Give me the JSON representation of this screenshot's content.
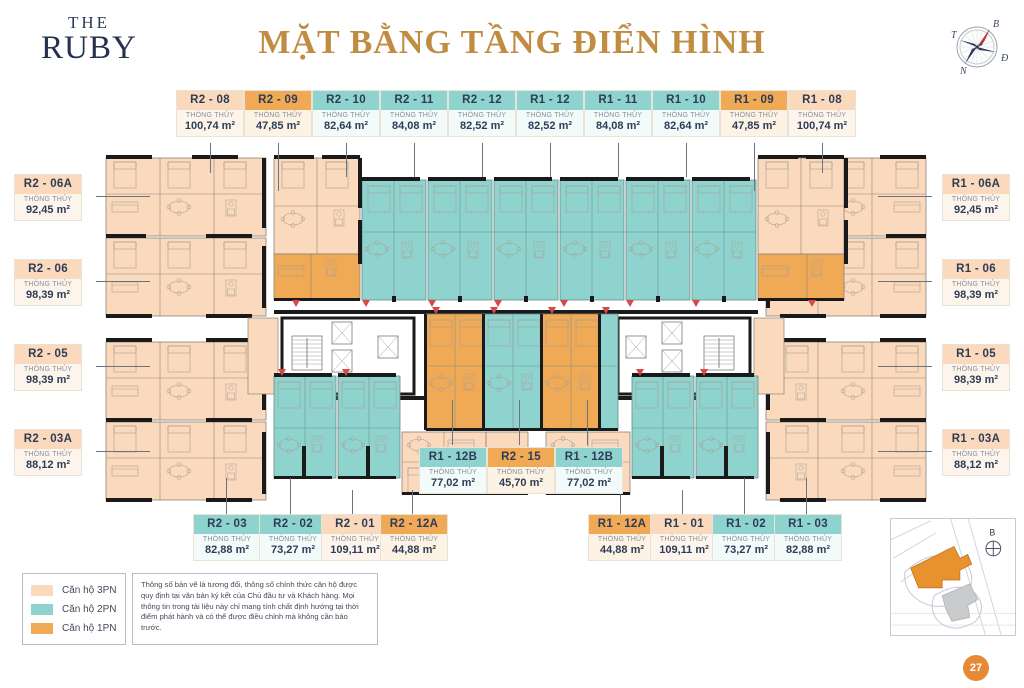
{
  "brand": {
    "line1": "THE",
    "line2": "RUBY"
  },
  "title": "MẶT BẰNG TẦNG ĐIỂN HÌNH",
  "compass": {
    "north": "B",
    "east": "Đ",
    "south": "N",
    "west": "T"
  },
  "sub_label": "THÔNG THỦY",
  "units": {
    "top": [
      {
        "code": "R2 - 08",
        "sub": "THÔNG THỦY",
        "area": "100,74 m²",
        "type": "3PN"
      },
      {
        "code": "R2 - 09",
        "sub": "THÔNG THỦY",
        "area": "47,85 m²",
        "type": "1PN"
      },
      {
        "code": "R2 - 10",
        "sub": "THÔNG THỦY",
        "area": "82,64 m²",
        "type": "2PN"
      },
      {
        "code": "R2 - 11",
        "sub": "THÔNG THỦY",
        "area": "84,08 m²",
        "type": "2PN"
      },
      {
        "code": "R2 - 12",
        "sub": "THÔNG THỦY",
        "area": "82,52 m²",
        "type": "2PN"
      },
      {
        "code": "R1 - 12",
        "sub": "THÔNG THỦY",
        "area": "82,52 m²",
        "type": "2PN"
      },
      {
        "code": "R1 - 11",
        "sub": "THÔNG THỦY",
        "area": "84,08 m²",
        "type": "2PN"
      },
      {
        "code": "R1 - 10",
        "sub": "THÔNG THỦY",
        "area": "82,64 m²",
        "type": "2PN"
      },
      {
        "code": "R1 - 09",
        "sub": "THÔNG THỦY",
        "area": "47,85 m²",
        "type": "1PN"
      },
      {
        "code": "R1 - 08",
        "sub": "THÔNG THỦY",
        "area": "100,74 m²",
        "type": "3PN"
      }
    ],
    "left": [
      {
        "code": "R2 - 06A",
        "sub": "THÔNG THỦY",
        "area": "92,45 m²",
        "type": "3PN"
      },
      {
        "code": "R2 - 06",
        "sub": "THÔNG THỦY",
        "area": "98,39 m²",
        "type": "3PN"
      },
      {
        "code": "R2 - 05",
        "sub": "THÔNG THỦY",
        "area": "98,39 m²",
        "type": "3PN"
      },
      {
        "code": "R2 - 03A",
        "sub": "THÔNG THỦY",
        "area": "88,12 m²",
        "type": "3PN"
      }
    ],
    "right": [
      {
        "code": "R1 - 06A",
        "sub": "THÔNG THỦY",
        "area": "92,45 m²",
        "type": "3PN"
      },
      {
        "code": "R1 - 06",
        "sub": "THÔNG THỦY",
        "area": "98,39 m²",
        "type": "3PN"
      },
      {
        "code": "R1 - 05",
        "sub": "THÔNG THỦY",
        "area": "98,39 m²",
        "type": "3PN"
      },
      {
        "code": "R1 - 03A",
        "sub": "THÔNG THỦY",
        "area": "88,12 m²",
        "type": "3PN"
      }
    ],
    "center": [
      {
        "code": "R1 - 12B",
        "sub": "THÔNG THỦY",
        "area": "77,02 m²",
        "type": "2PN"
      },
      {
        "code": "R2 - 15",
        "sub": "THÔNG THỦY",
        "area": "45,70 m²",
        "type": "1PN"
      },
      {
        "code": "R1 - 12B",
        "sub": "THÔNG THỦY",
        "area": "77,02 m²",
        "type": "2PN"
      }
    ],
    "bottom_left": [
      {
        "code": "R2 - 03",
        "sub": "THÔNG THỦY",
        "area": "82,88 m²",
        "type": "2PN"
      },
      {
        "code": "R2 - 02",
        "sub": "THÔNG THỦY",
        "area": "73,27 m²",
        "type": "2PN"
      },
      {
        "code": "R2 - 01",
        "sub": "THÔNG THỦY",
        "area": "109,11 m²",
        "type": "3PN"
      },
      {
        "code": "R2 - 12A",
        "sub": "THÔNG THỦY",
        "area": "44,88 m²",
        "type": "1PN"
      }
    ],
    "bottom_right": [
      {
        "code": "R1 - 12A",
        "sub": "THÔNG THỦY",
        "area": "44,88 m²",
        "type": "1PN"
      },
      {
        "code": "R1 - 01",
        "sub": "THÔNG THỦY",
        "area": "109,11 m²",
        "type": "3PN"
      },
      {
        "code": "R1 - 02",
        "sub": "THÔNG THỦY",
        "area": "73,27 m²",
        "type": "2PN"
      },
      {
        "code": "R1 - 03",
        "sub": "THÔNG THỦY",
        "area": "82,88 m²",
        "type": "2PN"
      }
    ]
  },
  "legend": [
    {
      "label": "Căn hộ 3PN",
      "color": "#fad9bc"
    },
    {
      "label": "Căn hộ 2PN",
      "color": "#8fd3ce"
    },
    {
      "label": "Căn hộ 1PN",
      "color": "#f0a955"
    }
  ],
  "note": "Thông số bản vẽ là tương đối, thông số chính thức căn hộ được quy định tại văn bản ký kết của Chủ đầu tư và Khách hàng. Mọi thông tin trong tài liệu này chỉ mang tính chất định hướng tại thời điểm phát hành và có thể được điều chỉnh mà không cần báo trước.",
  "minimap": {
    "north_label": "B"
  },
  "page_number": "27",
  "colors": {
    "apt_3pn": "#fad9bc",
    "apt_2pn": "#8fd3ce",
    "apt_1pn": "#f0a955",
    "title_gold": "#c08c42",
    "brand_navy": "#24324d",
    "badge_orange": "#e78a36"
  }
}
